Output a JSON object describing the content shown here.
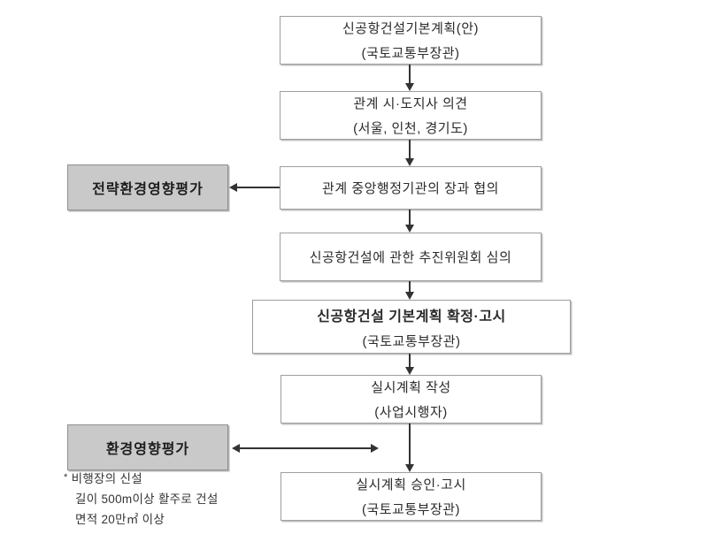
{
  "diagram": {
    "boxes": [
      {
        "line1": "신공항건설기본계획(안)",
        "line2": "(국토교통부장관)"
      },
      {
        "line1": "관계 시·도지사 의견",
        "line2": "(서울, 인천, 경기도)"
      },
      {
        "line1": "관계 중앙행정기관의 장과 협의"
      },
      {
        "line1": "신공항건설에 관한 추진위원회 심의"
      },
      {
        "line1": "신공항건설 기본계획 확정·고시",
        "line2": "(국토교통부장관)"
      },
      {
        "line1": "실시계획 작성",
        "line2": "(사업시행자)"
      },
      {
        "line1": "실시계획 승인·고시",
        "line2": "(국토교통부장관)"
      }
    ],
    "side_boxes": [
      {
        "label": "전략환경영향평가"
      },
      {
        "label": "환경영향평가"
      }
    ],
    "footnote": {
      "marker": "*",
      "line1": "비행장의 신설",
      "line2": "길이 500m이상 활주로 건설",
      "line3": "면적 20만㎡ 이상"
    },
    "colors": {
      "side_box_fill": "#c9c9c9",
      "box_border": "#9e9e9e",
      "arrow": "#333333",
      "text": "#2b2b2b"
    }
  }
}
